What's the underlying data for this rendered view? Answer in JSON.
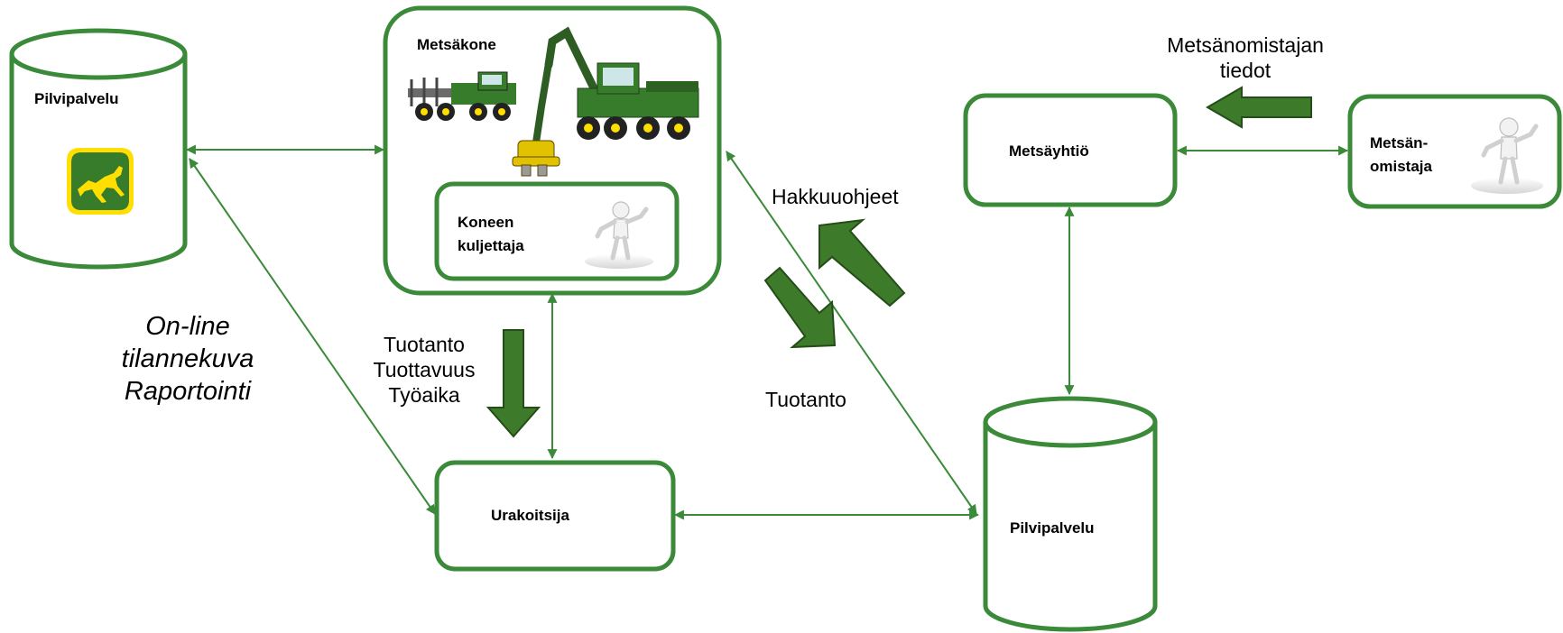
{
  "nodes": {
    "cloud_left": "Pilvipalvelu",
    "machine": "Metsäkone",
    "operator": [
      "Koneen",
      "kuljettaja"
    ],
    "company": "Metsäyhtiö",
    "owner": [
      "Metsän-",
      "omistaja"
    ],
    "contractor": "Urakoitsija",
    "cloud_right": "Pilvipalvelu"
  },
  "flows": {
    "online": [
      "On-line",
      "tilannekuva",
      "Raportointi"
    ],
    "production_metrics": [
      "Tuotanto",
      "Tuottavuus",
      "Työaika"
    ],
    "cutting_instructions": "Hakkuuohjeet",
    "production": "Tuotanto",
    "owner_info": [
      "Metsänomistajan",
      "tiedot"
    ]
  },
  "colors": {
    "border": "#3b8a3a",
    "connector": "#3b8a3a",
    "block_arrow_fill": "#3d7a2a",
    "block_arrow_stroke": "#244d18",
    "deere_green": "#367c2b",
    "deere_yellow": "#ffde00"
  },
  "icons": [
    "john-deere-logo",
    "forestry-machines-image",
    "person-figure"
  ]
}
